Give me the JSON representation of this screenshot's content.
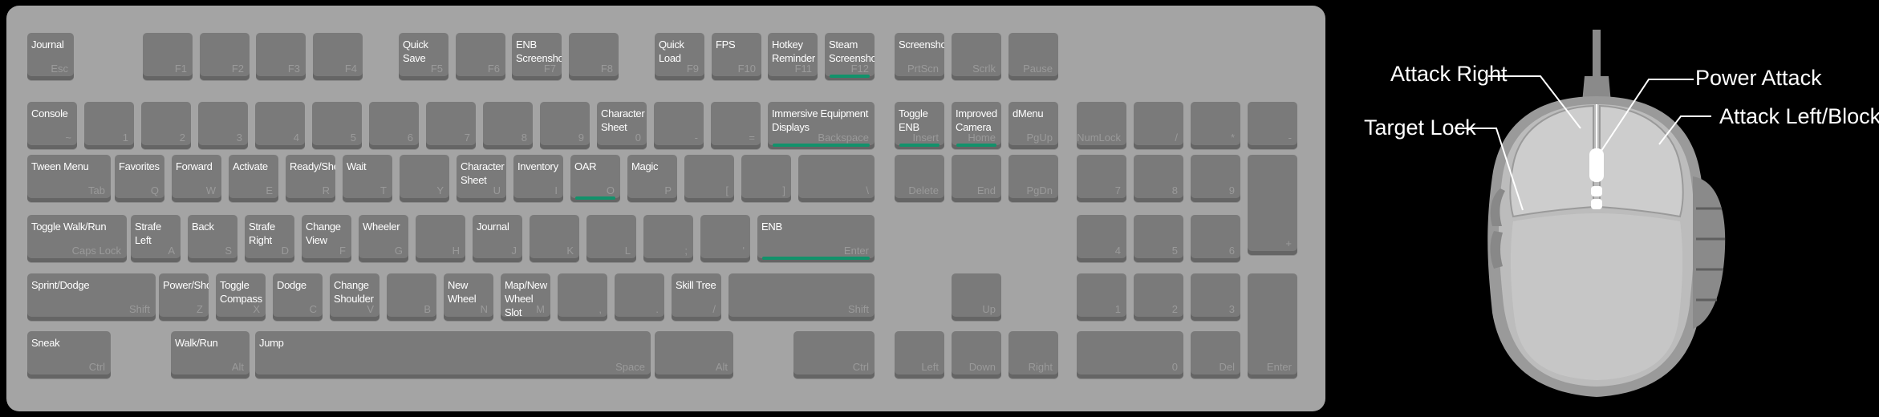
{
  "keyboard": {
    "keys": [
      {
        "fn": "Journal",
        "key": "Esc"
      },
      {
        "fn": "",
        "key": "F1"
      },
      {
        "fn": "",
        "key": "F2"
      },
      {
        "fn": "",
        "key": "F3"
      },
      {
        "fn": "",
        "key": "F4"
      },
      {
        "fn": "Quick Save",
        "key": "F5"
      },
      {
        "fn": "",
        "key": "F6"
      },
      {
        "fn": "ENB Screenshot",
        "key": "F7"
      },
      {
        "fn": "",
        "key": "F8"
      },
      {
        "fn": "Quick Load",
        "key": "F9"
      },
      {
        "fn": "FPS",
        "key": "F10"
      },
      {
        "fn": "Hotkey Reminder",
        "key": "F11"
      },
      {
        "fn": "Steam Screenshot",
        "key": "F12"
      },
      {
        "fn": "Screenshot",
        "key": "PrtScn"
      },
      {
        "fn": "",
        "key": "Scrlk"
      },
      {
        "fn": "",
        "key": "Pause"
      },
      {
        "fn": "Console",
        "key": "~"
      },
      {
        "fn": "",
        "key": "1"
      },
      {
        "fn": "",
        "key": "2"
      },
      {
        "fn": "",
        "key": "3"
      },
      {
        "fn": "",
        "key": "4"
      },
      {
        "fn": "",
        "key": "5"
      },
      {
        "fn": "",
        "key": "6"
      },
      {
        "fn": "",
        "key": "7"
      },
      {
        "fn": "",
        "key": "8"
      },
      {
        "fn": "",
        "key": "9"
      },
      {
        "fn": "Character Sheet",
        "key": "0"
      },
      {
        "fn": "",
        "key": "-"
      },
      {
        "fn": "",
        "key": "="
      },
      {
        "fn": "Immersive Equipment Displays",
        "key": "Backspace"
      },
      {
        "fn": "Toggle ENB",
        "key": "Insert"
      },
      {
        "fn": "Improved Camera",
        "key": "Home"
      },
      {
        "fn": "dMenu",
        "key": "PgUp"
      },
      {
        "fn": "",
        "key": "NumLock"
      },
      {
        "fn": "",
        "key": "/"
      },
      {
        "fn": "",
        "key": "*"
      },
      {
        "fn": "",
        "key": "-"
      },
      {
        "fn": "Tween Menu",
        "key": "Tab"
      },
      {
        "fn": "Favorites",
        "key": "Q"
      },
      {
        "fn": "Forward",
        "key": "W"
      },
      {
        "fn": "Activate",
        "key": "E"
      },
      {
        "fn": "Ready/Sheath",
        "key": "R"
      },
      {
        "fn": "Wait",
        "key": "T"
      },
      {
        "fn": "",
        "key": "Y"
      },
      {
        "fn": "Character Sheet",
        "key": "U"
      },
      {
        "fn": "Inventory",
        "key": "I"
      },
      {
        "fn": "OAR",
        "key": "O"
      },
      {
        "fn": "Magic",
        "key": "P"
      },
      {
        "fn": "",
        "key": "["
      },
      {
        "fn": "",
        "key": "]"
      },
      {
        "fn": "",
        "key": "\\"
      },
      {
        "fn": "",
        "key": "Delete"
      },
      {
        "fn": "",
        "key": "End"
      },
      {
        "fn": "",
        "key": "PgDn"
      },
      {
        "fn": "",
        "key": "7"
      },
      {
        "fn": "",
        "key": "8"
      },
      {
        "fn": "",
        "key": "9"
      },
      {
        "fn": "",
        "key": "+"
      },
      {
        "fn": "Toggle Walk/Run",
        "key": "Caps Lock"
      },
      {
        "fn": "Strafe Left",
        "key": "A"
      },
      {
        "fn": "Back",
        "key": "S"
      },
      {
        "fn": "Strafe Right",
        "key": "D"
      },
      {
        "fn": "Change View",
        "key": "F"
      },
      {
        "fn": "Wheeler",
        "key": "G"
      },
      {
        "fn": "",
        "key": "H"
      },
      {
        "fn": "Journal",
        "key": "J"
      },
      {
        "fn": "",
        "key": "K"
      },
      {
        "fn": "",
        "key": "L"
      },
      {
        "fn": "",
        "key": ";"
      },
      {
        "fn": "",
        "key": "'"
      },
      {
        "fn": "ENB",
        "key": "Enter"
      },
      {
        "fn": "",
        "key": "4"
      },
      {
        "fn": "",
        "key": "5"
      },
      {
        "fn": "",
        "key": "6"
      },
      {
        "fn": "Sprint/Dodge",
        "key": "Shift"
      },
      {
        "fn": "Power/Shout",
        "key": "Z"
      },
      {
        "fn": "Toggle Compass",
        "key": "X"
      },
      {
        "fn": "Dodge",
        "key": "C"
      },
      {
        "fn": "Change Shoulder",
        "key": "V"
      },
      {
        "fn": "",
        "key": "B"
      },
      {
        "fn": "New Wheel",
        "key": "N"
      },
      {
        "fn": "Map/New Wheel Slot",
        "key": "M"
      },
      {
        "fn": "",
        "key": ","
      },
      {
        "fn": "",
        "key": "."
      },
      {
        "fn": "Skill Tree",
        "key": "/"
      },
      {
        "fn": "",
        "key": "Shift"
      },
      {
        "fn": "",
        "key": "Up"
      },
      {
        "fn": "",
        "key": "1"
      },
      {
        "fn": "",
        "key": "2"
      },
      {
        "fn": "",
        "key": "3"
      },
      {
        "fn": "",
        "key": "Enter"
      },
      {
        "fn": "Sneak",
        "key": "Ctrl"
      },
      {
        "fn": "Walk/Run",
        "key": "Alt"
      },
      {
        "fn": "Jump",
        "key": "Space"
      },
      {
        "fn": "",
        "key": "Alt"
      },
      {
        "fn": "",
        "key": "Ctrl"
      },
      {
        "fn": "",
        "key": "Left"
      },
      {
        "fn": "",
        "key": "Down"
      },
      {
        "fn": "",
        "key": "Right"
      },
      {
        "fn": "",
        "key": "0"
      },
      {
        "fn": "",
        "key": "Del"
      }
    ]
  },
  "mouse": {
    "attack_right": "Attack Right",
    "power_attack": "Power Attack",
    "target_lock": "Target Lock",
    "attack_left_block": "Attack Left/Block"
  },
  "colors": {
    "highlight": "#12926b",
    "keyboard": "#a4a4a4",
    "key": "#7a7a7a",
    "background": "#000000"
  }
}
